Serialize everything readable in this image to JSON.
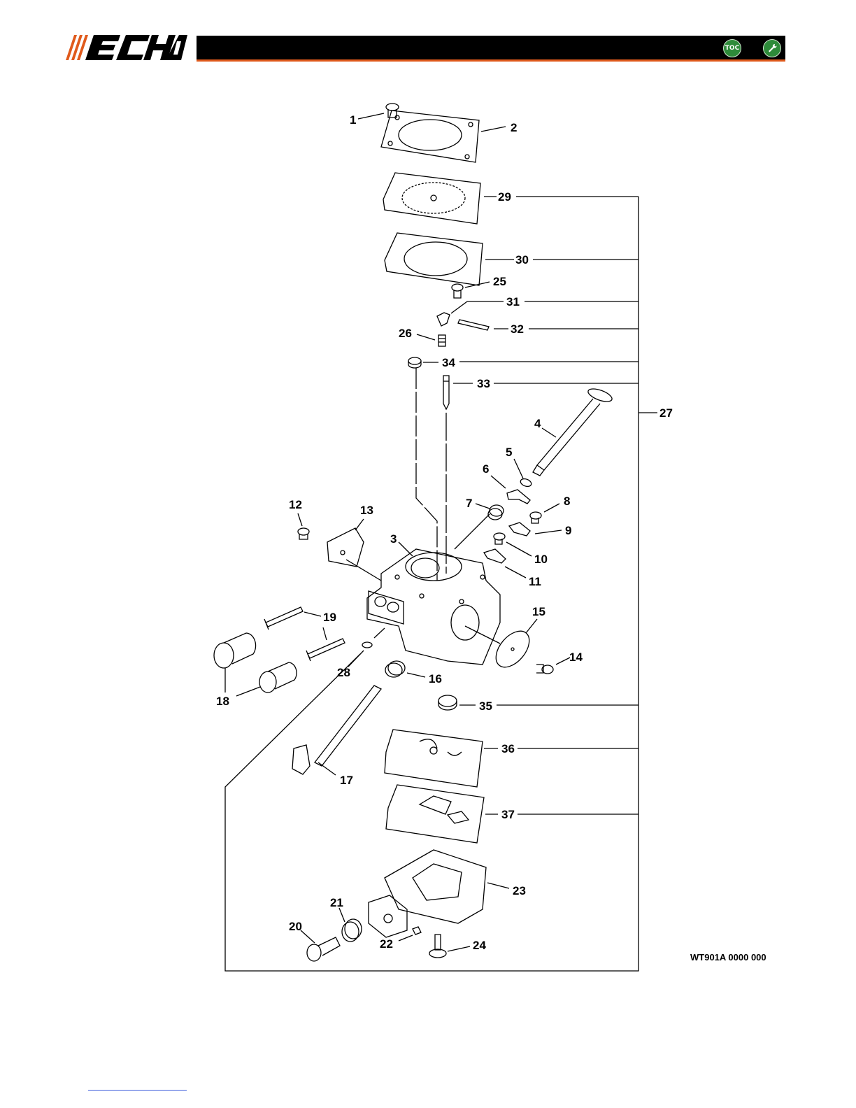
{
  "brand": {
    "name": "ECHO",
    "accent": "#e05a1c"
  },
  "header": {
    "toc_label": "TOC",
    "toc_icon": "toc-icon",
    "tools_icon": "wrench-icon"
  },
  "diagram": {
    "drawing_code": "WT901A 0000 000",
    "callouts": [
      "1",
      "2",
      "29",
      "30",
      "25",
      "31",
      "32",
      "26",
      "34",
      "33",
      "27",
      "4",
      "5",
      "6",
      "7",
      "8",
      "9",
      "12",
      "13",
      "3",
      "10",
      "11",
      "15",
      "19",
      "14",
      "16",
      "28",
      "18",
      "35",
      "36",
      "17",
      "37",
      "23",
      "21",
      "20",
      "22",
      "24"
    ]
  }
}
